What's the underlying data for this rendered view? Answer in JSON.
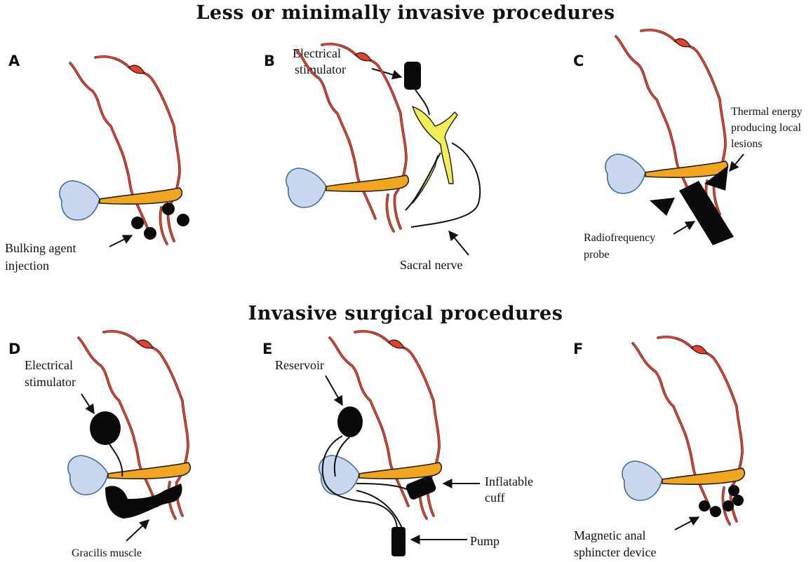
{
  "titles": {
    "top": "Less or minimally invasive procedures",
    "bottom": "Invasive surgical procedures"
  },
  "panels": {
    "A": {
      "letter": "A",
      "label_line1": "Bulking agent",
      "label_line2": "injection"
    },
    "B": {
      "letter": "B",
      "stim_line1": "Electrical",
      "stim_line2": "stimulator",
      "nerve_label": "Sacral nerve"
    },
    "C": {
      "letter": "C",
      "thermal_line1": "Thermal energy",
      "thermal_line2": "producing local",
      "thermal_line3": "lesions",
      "probe_line1": "Radiofrequency",
      "probe_line2": "probe"
    },
    "D": {
      "letter": "D",
      "stim_line1": "Electrical",
      "stim_line2": "stimulator",
      "muscle_label": "Gracilis muscle"
    },
    "E": {
      "letter": "E",
      "reservoir_label": "Reservoir",
      "cuff_line1": "Inflatable",
      "cuff_line2": "cuff",
      "pump_label": "Pump"
    },
    "F": {
      "letter": "F",
      "device_line1": "Magnetic anal",
      "device_line2": "sphincter device"
    }
  },
  "colors": {
    "rectum_wall": "#e8402a",
    "anal_canal": "#f2a51e",
    "ampulla": "#c9d8ee",
    "nerve": "#f1ee58",
    "device": "#0a0a0a"
  }
}
